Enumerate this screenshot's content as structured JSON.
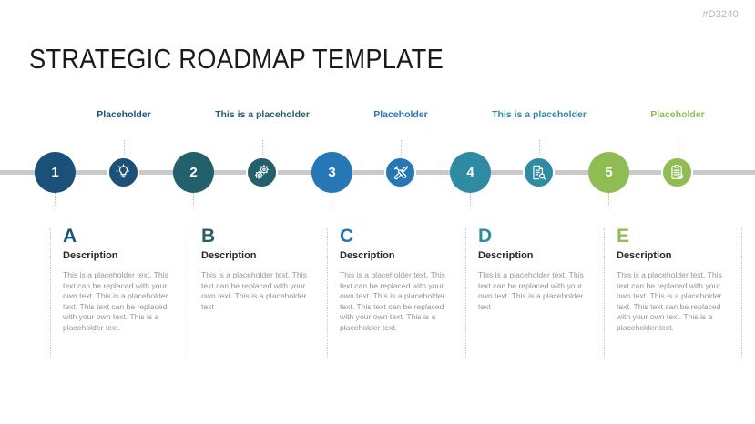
{
  "slide": {
    "code": "#D3240",
    "title": "STRATEGIC ROADMAP TEMPLATE"
  },
  "colors": {
    "step1": "#1b5178",
    "step2": "#24606c",
    "step3": "#2578b5",
    "step4": "#2e8ba3",
    "step5": "#8fbd54",
    "rail": "#c9c9c9",
    "body_text": "#949494",
    "heading_text": "#262626"
  },
  "timeline": {
    "steps": [
      {
        "number": "1",
        "color": "#1b5178"
      },
      {
        "number": "2",
        "color": "#24606c"
      },
      {
        "number": "3",
        "color": "#2578b5"
      },
      {
        "number": "4",
        "color": "#2e8ba3"
      },
      {
        "number": "5",
        "color": "#8fbd54"
      }
    ],
    "milestones": [
      {
        "label": "Placeholder",
        "icon": "lightbulb-icon",
        "color": "#1b5178"
      },
      {
        "label": "This is a placeholder",
        "icon": "gears-icon",
        "color": "#24606c"
      },
      {
        "label": "Placeholder",
        "icon": "tools-icon",
        "color": "#2578b5"
      },
      {
        "label": "This is a placeholder",
        "icon": "document-search-icon",
        "color": "#2e8ba3"
      },
      {
        "label": "Placeholder",
        "icon": "clipboard-check-icon",
        "color": "#8fbd54"
      }
    ]
  },
  "columns": [
    {
      "letter": "A",
      "color": "#1b5178",
      "heading": "Description",
      "body": "This is a placeholder text. This text can be replaced with your own text. This is a placeholder text. This text can be replaced with your own text. This is a placeholder text."
    },
    {
      "letter": "B",
      "color": "#24606c",
      "heading": "Description",
      "body": "This is a placeholder text. This text can be replaced with your own text. This is a placeholder text"
    },
    {
      "letter": "C",
      "color": "#2578b5",
      "heading": "Description",
      "body": "This is a placeholder text. This text can be replaced with your own text. This is a placeholder text. This text can be replaced with your own text. This is a placeholder text."
    },
    {
      "letter": "D",
      "color": "#2e8ba3",
      "heading": "Description",
      "body": "This is a placeholder text. This text can be replaced with your own text. This is a placeholder text"
    },
    {
      "letter": "E",
      "color": "#8fbd54",
      "heading": "Description",
      "body": "This is a placeholder text. This text can be replaced with your own text. This is a placeholder text. This text can be replaced with your own text. This is a placeholder text."
    }
  ]
}
